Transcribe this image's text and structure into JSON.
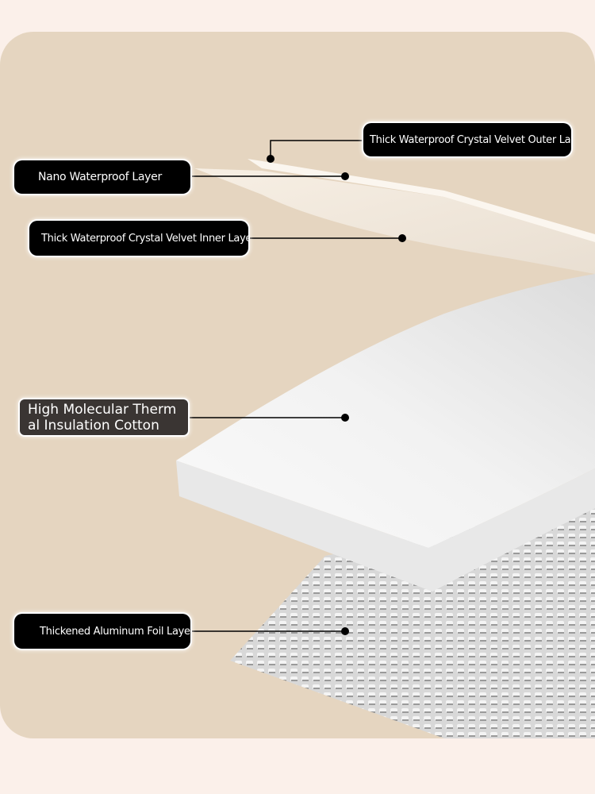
{
  "labels": {
    "outer_layer": "Thick Waterproof Crystal Velvet Outer Layer",
    "nano_layer": "Nano Waterproof Layer",
    "inner_layer": "Thick Waterproof Crystal Velvet Inner Layer",
    "cotton_layer": "High Molecular Therm al Insulation Cotton",
    "foil_layer": "Thickened Aluminum Foil Layer"
  },
  "colors": {
    "background": "#e5d5c0",
    "label_bg": "#000000",
    "leader": "#000000"
  }
}
